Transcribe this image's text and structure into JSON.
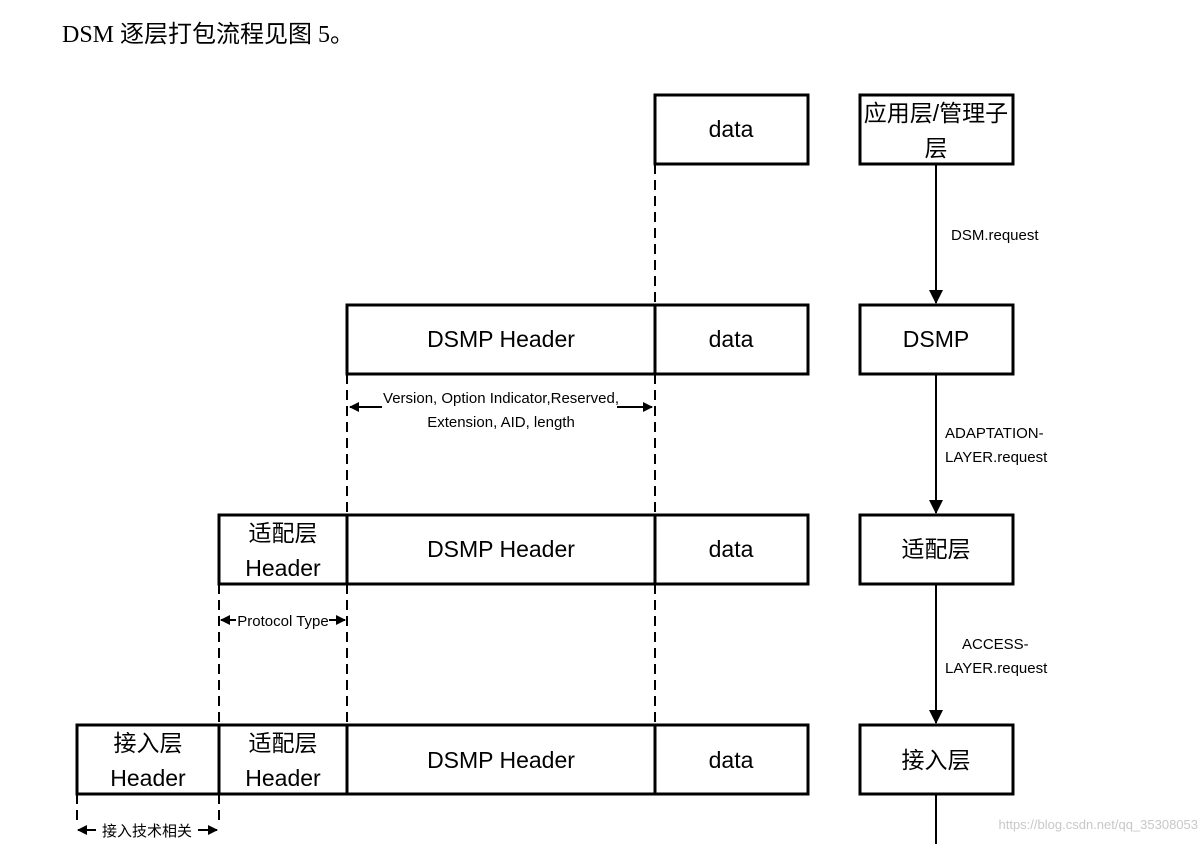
{
  "intro": "DSM 逐层打包流程见图 5。",
  "packets": {
    "row1": {
      "data": "data"
    },
    "row2": {
      "dsmp_header": "DSMP Header",
      "data": "data"
    },
    "row3": {
      "adapt_header_line1": "适配层",
      "adapt_header_line2": "Header",
      "dsmp_header": "DSMP Header",
      "data": "data"
    },
    "row4": {
      "access_header_line1": "接入层",
      "access_header_line2": "Header",
      "adapt_header_line1": "适配层",
      "adapt_header_line2": "Header",
      "dsmp_header": "DSMP Header",
      "data": "data"
    }
  },
  "annotations": {
    "dsmp_fields_line1": "Version, Option Indicator,Reserved,",
    "dsmp_fields_line2": "Extension, AID, length",
    "protocol_type": "Protocol Type",
    "access_tech": "接入技术相关"
  },
  "layers": {
    "app_line1": "应用层/管理子",
    "app_line2": "层",
    "dsmp": "DSMP",
    "adaptation": "适配层",
    "access": "接入层"
  },
  "primitives": {
    "dsm_request": "DSM.request",
    "adaptation_request_line1": "ADAPTATION-",
    "adaptation_request_line2": "LAYER.request",
    "access_request_line1": "ACCESS-",
    "access_request_line2": "LAYER.request"
  },
  "watermark": "https://blog.csdn.net/qq_35308053"
}
